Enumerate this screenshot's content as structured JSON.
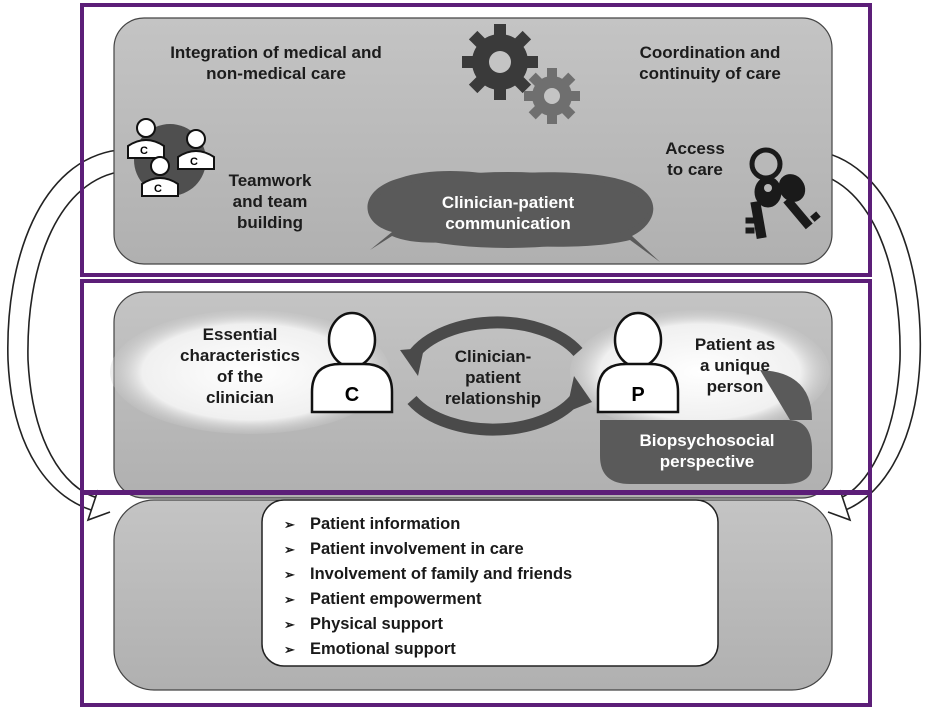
{
  "top_section": {
    "integration": [
      "Integration of medical and",
      "non-medical care"
    ],
    "coordination": [
      "Coordination and",
      "continuity of care"
    ],
    "teamwork": [
      "Teamwork",
      "and team",
      "building"
    ],
    "access": [
      "Access",
      "to care"
    ],
    "communication": [
      "Clinician-patient",
      "communication"
    ]
  },
  "middle_section": {
    "clinician_traits": [
      "Essential",
      "characteristics",
      "of the",
      "clinician"
    ],
    "relationship": [
      "Clinician-",
      "patient",
      "relationship"
    ],
    "patient_unique": [
      "Patient as",
      "a unique",
      "person"
    ],
    "biopsychosocial": [
      "Biopsychosocial",
      "perspective"
    ],
    "clinician_badge": "C",
    "patient_badge": "P"
  },
  "bottom_section": {
    "items": [
      "Patient information",
      "Patient involvement in care",
      "Involvement of family and  friends",
      "Patient empowerment",
      "Physical support",
      "Emotional support"
    ]
  },
  "team_badges": [
    "C",
    "C",
    "C"
  ],
  "colors": {
    "frame": "#5c1e78",
    "panel": "#b7b7b7",
    "dark": "#5a5a5a"
  }
}
